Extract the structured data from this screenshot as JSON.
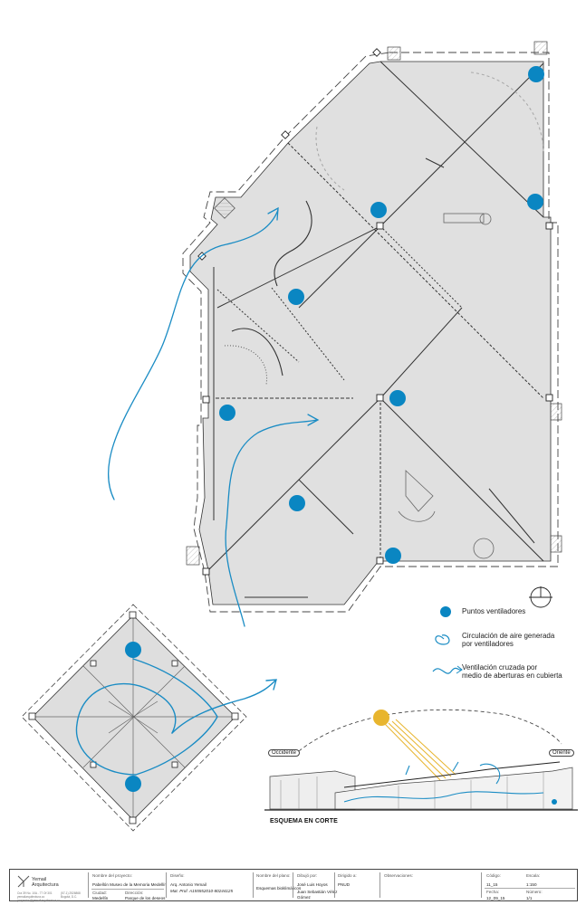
{
  "legend": {
    "fan_points": "Puntos ventiladores",
    "fan_circulation_line1": "Circulación de aire generada",
    "fan_circulation_line2": "por ventiladores",
    "cross_vent_line1": "Ventilación cruzada por",
    "cross_vent_line2": "medio de aberturas en cubierta"
  },
  "section": {
    "title": "ESQUEMA EN CORTE",
    "west": "Occidente",
    "east": "Oriente"
  },
  "colors": {
    "air_flow": "#1a8cc4",
    "fan": "#0a86c2",
    "floor": "#dcdcdc",
    "sun": "#e8b52e",
    "lines": "#222222"
  },
  "title_block": {
    "brand_line1": "Yemail",
    "brand_line2": "Arquitectura",
    "contact_1": "Cra 39 No. 10A - 77 Of 301",
    "contact_2": "yemailarquitectura.co",
    "contact_3": "proyectos@yemailarquitectura.co",
    "contact_4": "(57-1) 2526868",
    "contact_5": "Bogotá, D.C.",
    "project_head": "Nombre del proyecto:",
    "project": "Pabellón Museo de la Memoria Medellín",
    "city_head": "Ciudad:",
    "city": "Medellín",
    "address_head": "Dirección:",
    "address": "Parque de los deseos",
    "design_head": "Diseño:",
    "design": "Arq. Antonio Yemail",
    "license": "Mat. Prof.  A155552010-80244125",
    "plan_head": "Nombre del plano:",
    "plan": "Esquemas bioklimáticos",
    "drawn_head": "Dibujó por:",
    "drawn_1": "José Luis Hoyos",
    "drawn_2": "Juan Sebastián Vélez",
    "drawn_3": "Gómez",
    "addressed_head": "Dirigido a:",
    "addressed": "PNUD",
    "obs_head": "Observaciones:",
    "code_head": "Código:",
    "code": "11_15",
    "scale_head": "Escala:",
    "scale": "1:150",
    "date_head": "Fecha:",
    "date": "12_09_15",
    "number_head": "Número:",
    "number": "1/1"
  }
}
